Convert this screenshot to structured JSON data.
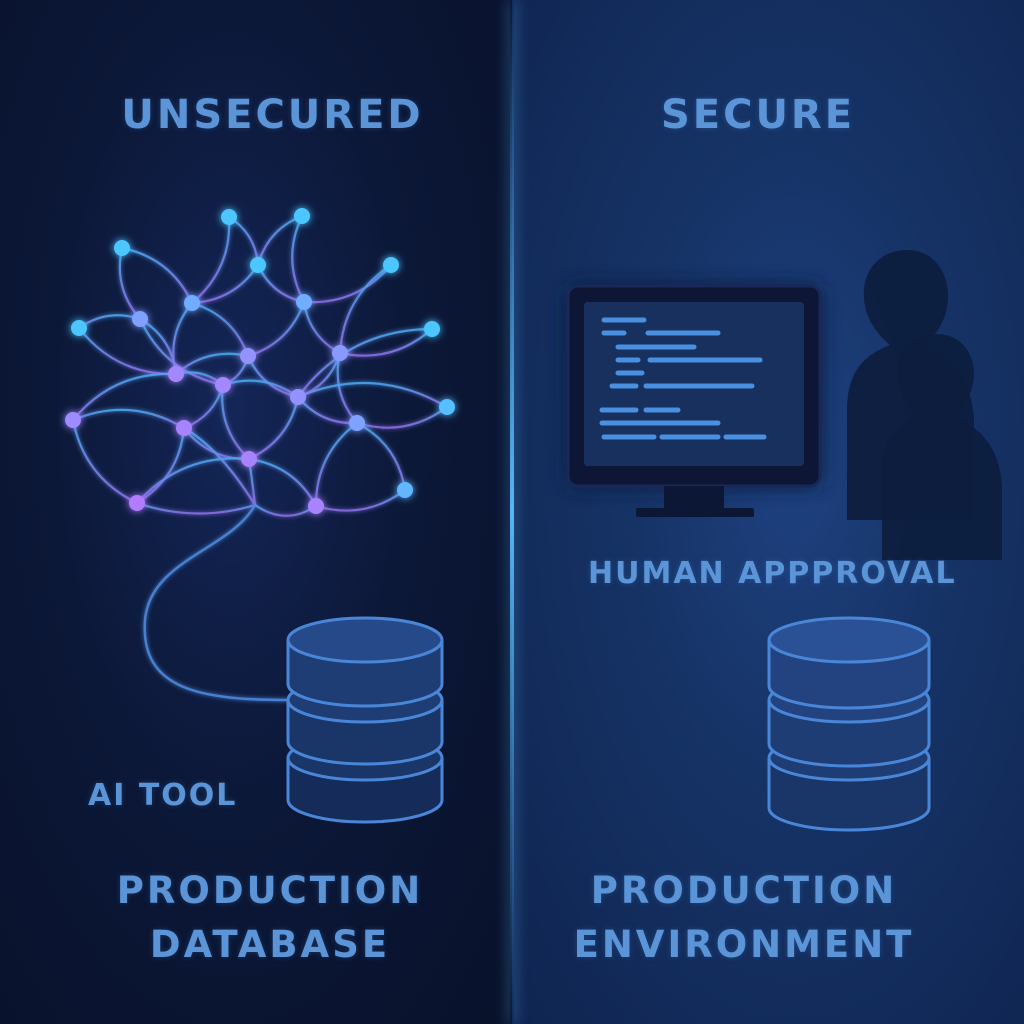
{
  "left_panel": {
    "heading": "UNSECURED",
    "tool_label": "AI TOOL",
    "caption_line1": "PRODUCTION",
    "caption_line2": "DATABASE"
  },
  "right_panel": {
    "heading": "SECURE",
    "approval_label": "HUMAN APPPROVAL",
    "caption_line1": "PRODUCTION",
    "caption_line2": "ENVIRONMENT"
  },
  "colors": {
    "label_blue": "#5b95d8",
    "divider_glow": "#5abeff",
    "node_cyan": "#4cc6ff",
    "node_violet": "#b27cff",
    "code_line": "#4a90e0"
  },
  "icons": {
    "neural_network": "neural-network-icon",
    "database": "database-icon",
    "monitor": "monitor-icon",
    "people": "people-silhouette-icon"
  }
}
